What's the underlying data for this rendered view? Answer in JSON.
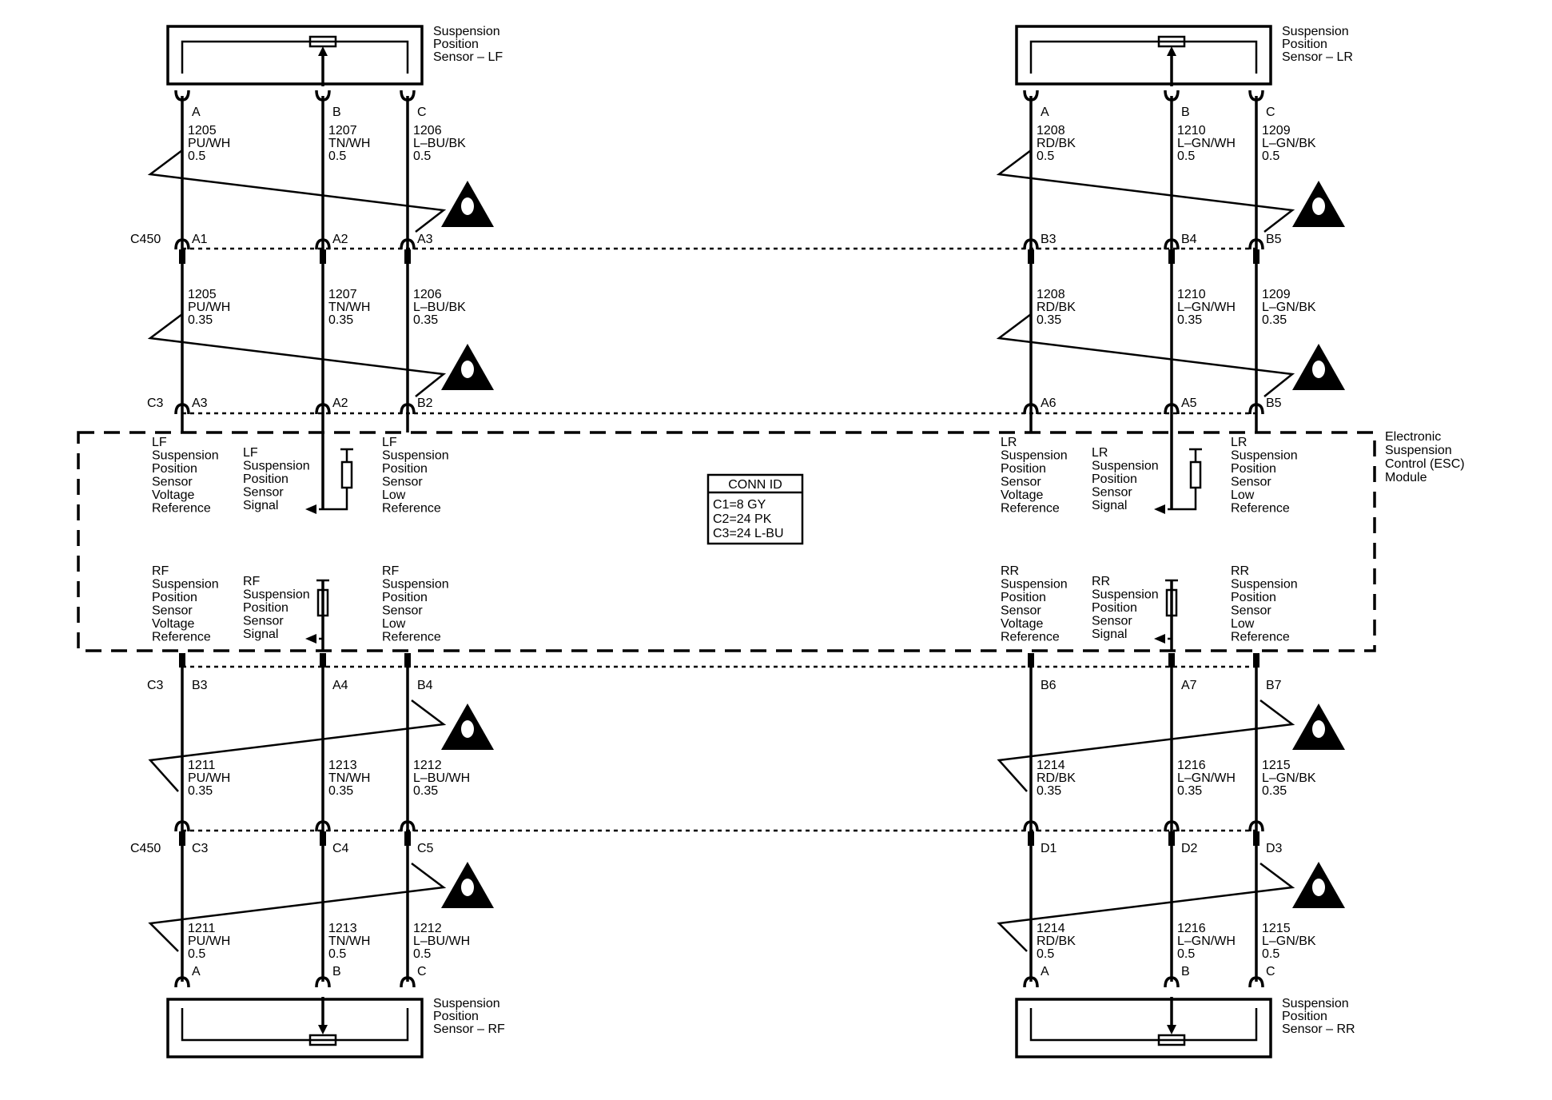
{
  "module": {
    "name": [
      "Electronic",
      "Suspension",
      "Control (ESC)",
      "Module"
    ],
    "conn_id": {
      "title": "CONN ID",
      "rows": [
        "C1=8 GY",
        "C2=24 PK",
        "C3=24 L-BU"
      ]
    }
  },
  "connector_names": {
    "c450": "C450",
    "c3": "C3"
  },
  "sensors": [
    {
      "id": "lf",
      "name": [
        "Suspension",
        "Position",
        "Sensor – LF"
      ],
      "terminals": [
        "A",
        "B",
        "C"
      ],
      "wires_sensor_side": [
        [
          "1205",
          "PU/WH",
          "0.5"
        ],
        [
          "1207",
          "TN/WH",
          "0.5"
        ],
        [
          "1206",
          "L–BU/BK",
          "0.5"
        ]
      ],
      "c450_pins": [
        "A1",
        "A2",
        "A3"
      ],
      "wires_module_side": [
        [
          "1205",
          "PU/WH",
          "0.35"
        ],
        [
          "1207",
          "TN/WH",
          "0.35"
        ],
        [
          "1206",
          "L–BU/BK",
          "0.35"
        ]
      ],
      "module_pins": [
        "A3",
        "A2",
        "B2"
      ],
      "internal_labels": [
        [
          "LF",
          "Suspension",
          "Position",
          "Sensor",
          "Voltage",
          "Reference"
        ],
        [
          "LF",
          "Suspension",
          "Position",
          "Sensor",
          "Signal"
        ],
        [
          "LF",
          "Suspension",
          "Position",
          "Sensor",
          "Low",
          "Reference"
        ]
      ]
    },
    {
      "id": "lr",
      "name": [
        "Suspension",
        "Position",
        "Sensor – LR"
      ],
      "terminals": [
        "A",
        "B",
        "C"
      ],
      "wires_sensor_side": [
        [
          "1208",
          "RD/BK",
          "0.5"
        ],
        [
          "1210",
          "L–GN/WH",
          "0.5"
        ],
        [
          "1209",
          "L–GN/BK",
          "0.5"
        ]
      ],
      "c450_pins": [
        "B3",
        "B4",
        "B5"
      ],
      "wires_module_side": [
        [
          "1208",
          "RD/BK",
          "0.35"
        ],
        [
          "1210",
          "L–GN/WH",
          "0.35"
        ],
        [
          "1209",
          "L–GN/BK",
          "0.35"
        ]
      ],
      "module_pins": [
        "A6",
        "A5",
        "B5"
      ],
      "internal_labels": [
        [
          "LR",
          "Suspension",
          "Position",
          "Sensor",
          "Voltage",
          "Reference"
        ],
        [
          "LR",
          "Suspension",
          "Position",
          "Sensor",
          "Signal"
        ],
        [
          "LR",
          "Suspension",
          "Position",
          "Sensor",
          "Low",
          "Reference"
        ]
      ]
    },
    {
      "id": "rf",
      "name": [
        "Suspension",
        "Position",
        "Sensor – RF"
      ],
      "terminals": [
        "A",
        "B",
        "C"
      ],
      "wires_sensor_side": [
        [
          "1211",
          "PU/WH",
          "0.5"
        ],
        [
          "1213",
          "TN/WH",
          "0.5"
        ],
        [
          "1212",
          "L–BU/WH",
          "0.5"
        ]
      ],
      "c450_pins": [
        "C3",
        "C4",
        "C5"
      ],
      "wires_module_side": [
        [
          "1211",
          "PU/WH",
          "0.35"
        ],
        [
          "1213",
          "TN/WH",
          "0.35"
        ],
        [
          "1212",
          "L–BU/WH",
          "0.35"
        ]
      ],
      "module_pins": [
        "B3",
        "A4",
        "B4"
      ],
      "internal_labels": [
        [
          "RF",
          "Suspension",
          "Position",
          "Sensor",
          "Voltage",
          "Reference"
        ],
        [
          "RF",
          "Suspension",
          "Position",
          "Sensor",
          "Signal"
        ],
        [
          "RF",
          "Suspension",
          "Position",
          "Sensor",
          "Low",
          "Reference"
        ]
      ]
    },
    {
      "id": "rr",
      "name": [
        "Suspension",
        "Position",
        "Sensor – RR"
      ],
      "terminals": [
        "A",
        "B",
        "C"
      ],
      "wires_sensor_side": [
        [
          "1214",
          "RD/BK",
          "0.5"
        ],
        [
          "1216",
          "L–GN/WH",
          "0.5"
        ],
        [
          "1215",
          "L–GN/BK",
          "0.5"
        ]
      ],
      "c450_pins": [
        "D1",
        "D2",
        "D3"
      ],
      "wires_module_side": [
        [
          "1214",
          "RD/BK",
          "0.35"
        ],
        [
          "1216",
          "L–GN/WH",
          "0.35"
        ],
        [
          "1215",
          "L–GN/BK",
          "0.35"
        ]
      ],
      "module_pins": [
        "B6",
        "A7",
        "B7"
      ],
      "internal_labels": [
        [
          "RR",
          "Suspension",
          "Position",
          "Sensor",
          "Voltage",
          "Reference"
        ],
        [
          "RR",
          "Suspension",
          "Position",
          "Sensor",
          "Signal"
        ],
        [
          "RR",
          "Suspension",
          "Position",
          "Sensor",
          "Low",
          "Reference"
        ]
      ]
    }
  ]
}
